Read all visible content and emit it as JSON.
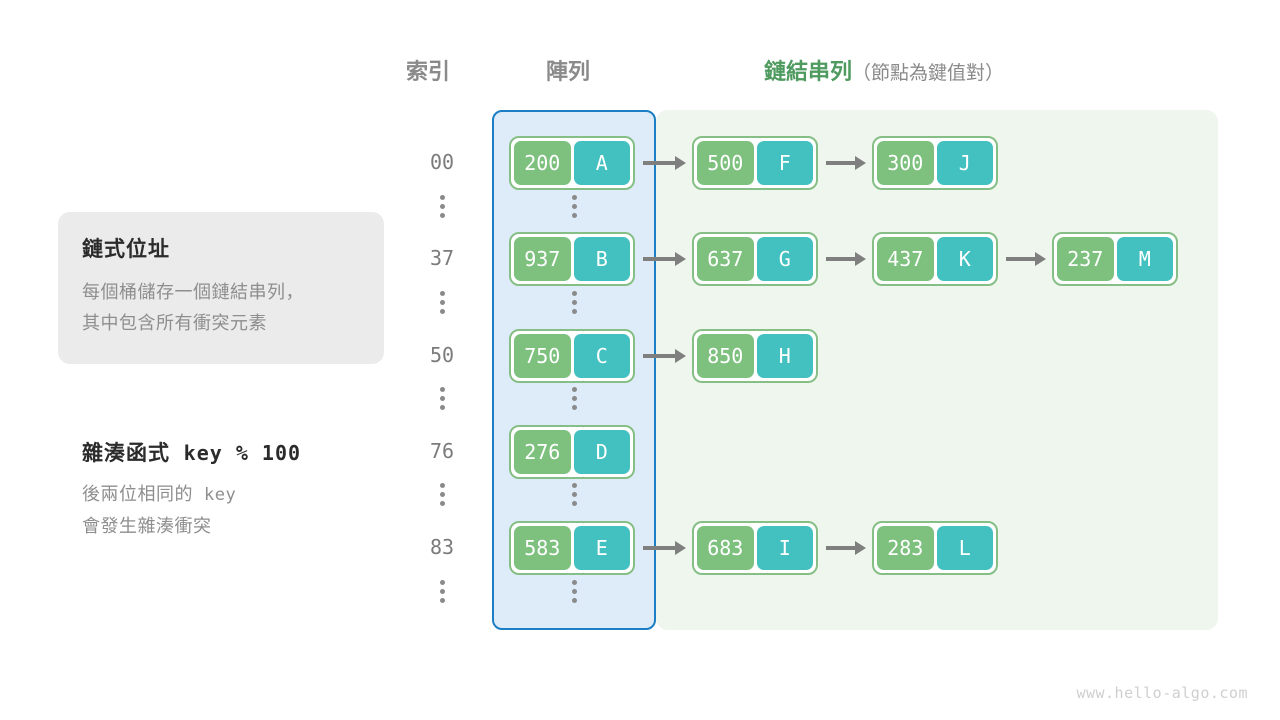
{
  "headers": {
    "index": "索引",
    "array": "陣列",
    "linked_list_main": "鏈結串列",
    "linked_list_sub": "（節點為鍵值對）"
  },
  "info_card": {
    "title": "鏈式位址",
    "line1": "每個桶儲存一個鏈結串列，",
    "line2": "其中包含所有衝突元素"
  },
  "hash_note": {
    "title_label": "雜湊函式",
    "title_code": "key % 100",
    "line1_a": "後兩位相同的",
    "line1_code": "key",
    "line2": "會發生雜湊衝突"
  },
  "colors": {
    "array_region_bg": "#ddecf8",
    "array_region_border": "#1c7ec4",
    "list_region_bg": "#eef6ee",
    "node_border": "#86bf86",
    "key_cell": "#7ec17f",
    "value_cell": "#43c0c0",
    "arrow": "#7f7f7f",
    "header_gray": "#8a8a8a",
    "header_green": "#4e9a5f",
    "card_bg": "#ebebeb",
    "muted_text": "#8e8e8e"
  },
  "buckets": [
    {
      "index": "00",
      "bucket_node": {
        "key": "200",
        "value": "A"
      },
      "chain": [
        {
          "key": "500",
          "value": "F"
        },
        {
          "key": "300",
          "value": "J"
        }
      ]
    },
    {
      "index": "37",
      "bucket_node": {
        "key": "937",
        "value": "B"
      },
      "chain": [
        {
          "key": "637",
          "value": "G"
        },
        {
          "key": "437",
          "value": "K"
        },
        {
          "key": "237",
          "value": "M"
        }
      ]
    },
    {
      "index": "50",
      "bucket_node": {
        "key": "750",
        "value": "C"
      },
      "chain": [
        {
          "key": "850",
          "value": "H"
        }
      ]
    },
    {
      "index": "76",
      "bucket_node": {
        "key": "276",
        "value": "D"
      },
      "chain": []
    },
    {
      "index": "83",
      "bucket_node": {
        "key": "583",
        "value": "E"
      },
      "chain": [
        {
          "key": "683",
          "value": "I"
        },
        {
          "key": "283",
          "value": "L"
        }
      ]
    }
  ],
  "ellipsis_rows": 5,
  "watermark": "www.hello-algo.com"
}
